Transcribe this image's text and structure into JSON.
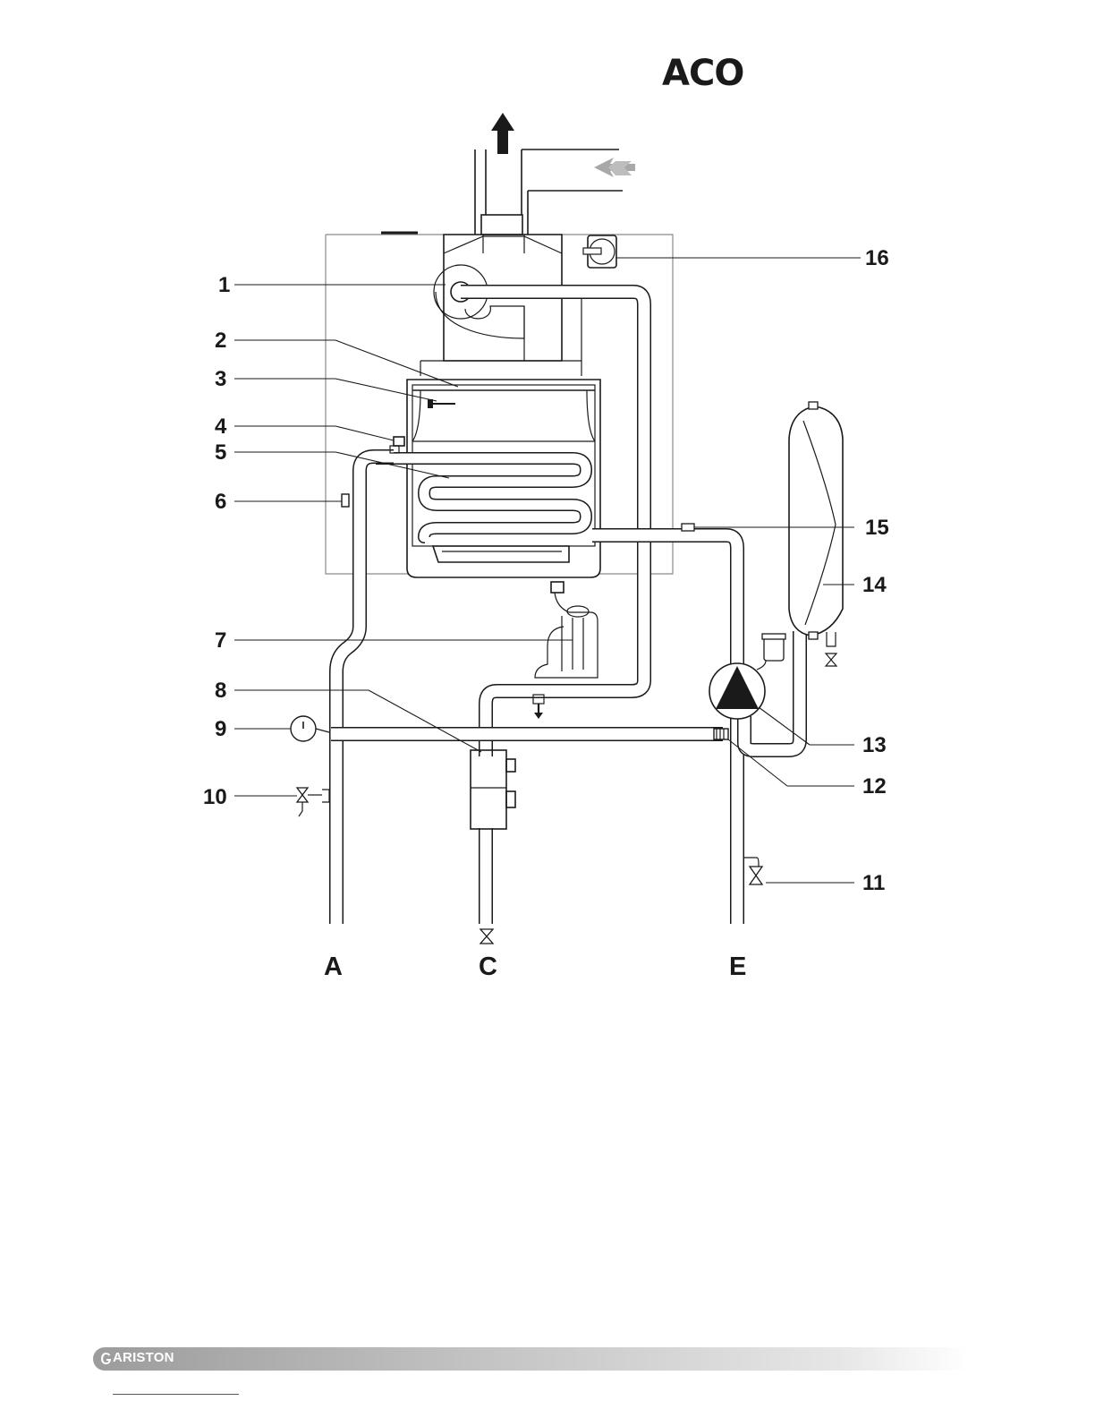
{
  "title": "ACO",
  "callouts": [
    "1",
    "2",
    "3",
    "4",
    "5",
    "6",
    "7",
    "8",
    "9",
    "10",
    "11",
    "12",
    "13",
    "14",
    "15",
    "16"
  ],
  "connections": [
    "A",
    "C",
    "E"
  ],
  "footer": {
    "brand": "ARISTON"
  },
  "colors": {
    "line": "#1a1a1a",
    "air_intake_arrow": "#a8a8a8",
    "brand_bar": "#b8b8b8"
  },
  "icons": {
    "flue_exhaust": "up-arrow-icon",
    "air_intake": "left-double-arrow-icon",
    "pump": "pump-triangle-icon",
    "pressure_gauge": "gauge-icon",
    "valve": "valve-icon",
    "brand_logo": "ariston-logo-icon"
  }
}
